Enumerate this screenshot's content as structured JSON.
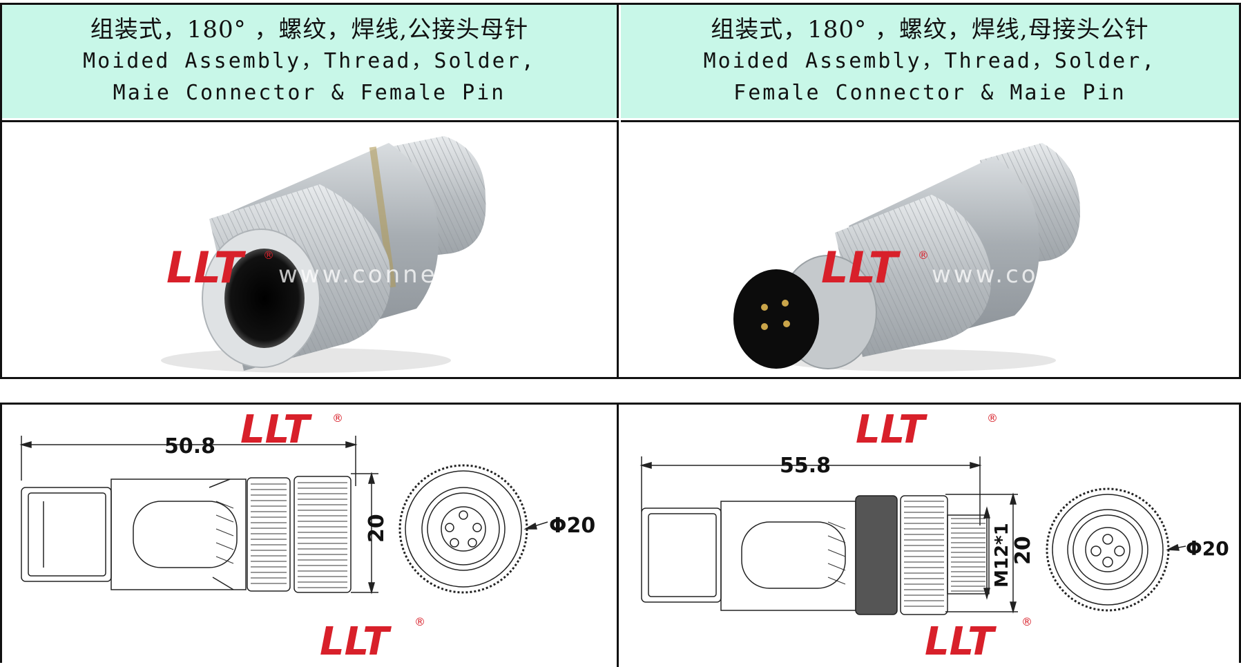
{
  "left": {
    "title_cn": "组装式，180° ，螺纹，焊线,公接头母针",
    "title_en_1": "Moided Assembly，Thread，Solder,",
    "title_en_2": "Maie Connector & Female Pin",
    "dim_length": "50.8",
    "dim_height": "20",
    "dim_diameter": "Φ20"
  },
  "right": {
    "title_cn": "组装式，180° ，螺纹，焊线,母接头公针",
    "title_en_1": "Moided Assembly，Thread，Solder,",
    "title_en_2": "Female Connector & Maie Pin",
    "dim_length": "55.8",
    "dim_height": "20",
    "dim_thread": "M12*1",
    "dim_diameter": "Φ20"
  },
  "brand": {
    "logo_text": "LLT",
    "registered": "®",
    "watermark": "www.connector",
    "logo_color": "#d8202a"
  }
}
